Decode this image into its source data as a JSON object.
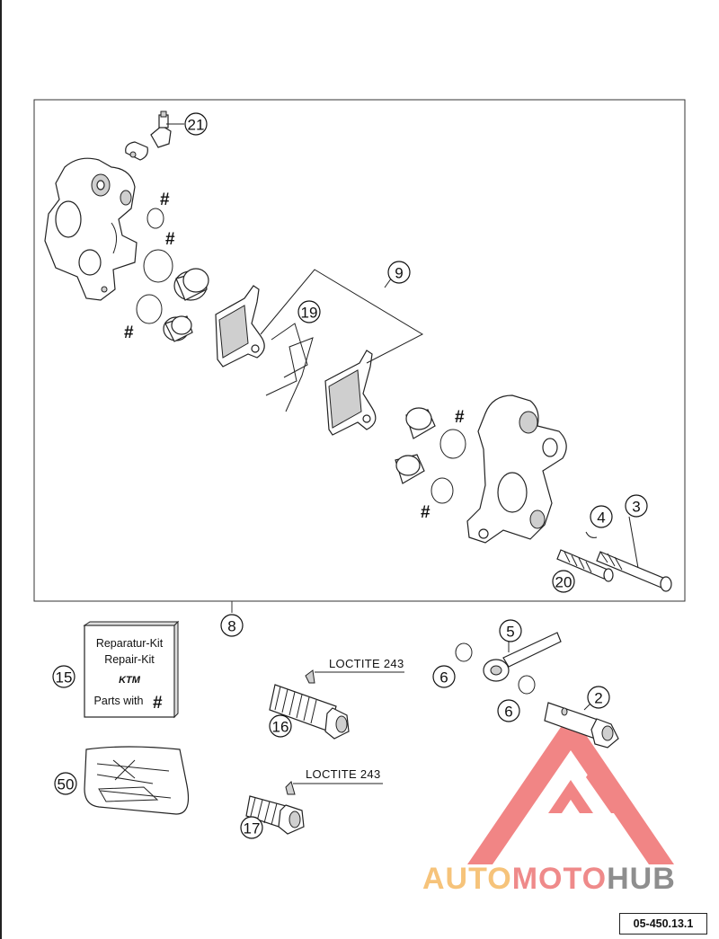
{
  "callouts": {
    "c21": "21",
    "c9": "9",
    "c19": "19",
    "c3": "3",
    "c4": "4",
    "c20": "20",
    "c8": "8",
    "c15": "15",
    "c50": "50",
    "c16": "16",
    "c17": "17",
    "c5": "5",
    "c6a": "6",
    "c6b": "6",
    "c2": "2"
  },
  "hash_symbol": "#",
  "loctite": {
    "top": "LOCTITE 243",
    "bottom": "LOCTITE 243"
  },
  "repair_kit": {
    "line1": "Reparatur-Kit",
    "line2": "Repair-Kit",
    "logo": "KTM",
    "line4": "Parts with",
    "hash": "#"
  },
  "document_number": "05-450.13.1",
  "watermark": {
    "part1": "AUTO",
    "part2": "MOTO",
    "part3": "HUB"
  },
  "colors": {
    "watermark_red": "#ef6a6a",
    "watermark_yellow": "#f6c37a",
    "watermark_grey": "#8e8e8e",
    "line": "#222222"
  }
}
